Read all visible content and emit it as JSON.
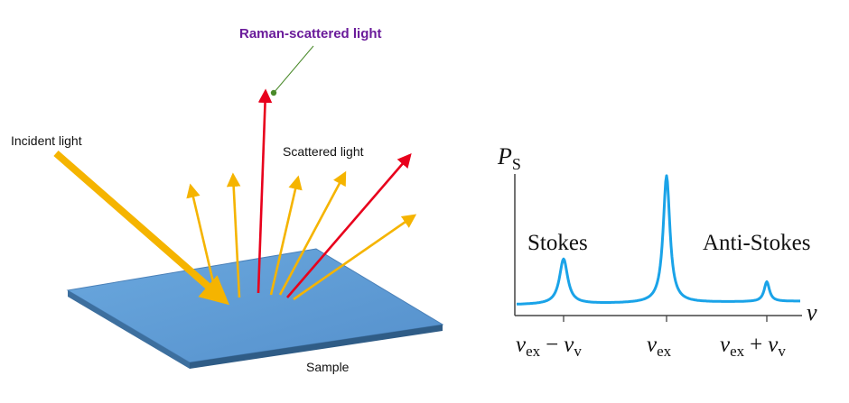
{
  "labels": {
    "raman": "Raman-scattered light",
    "incident": "Incident light",
    "scattered": "Scattered light",
    "sample": "Sample"
  },
  "spectrum": {
    "y_axis": "P",
    "y_sub": "S",
    "x_axis": "ν",
    "stokes": "Stokes",
    "anti_stokes": "Anti-Stokes",
    "ticks": [
      {
        "main": "ν",
        "sub": "ex",
        "op": "−",
        "main2": "ν",
        "sub2": "v"
      },
      {
        "main": "ν",
        "sub": "ex"
      },
      {
        "main": "ν",
        "sub": "ex",
        "op": "+",
        "main2": "ν",
        "sub2": "v"
      }
    ]
  },
  "colors": {
    "raman_label": "#6a1b9a",
    "incident": "#f5b400",
    "raman": "#e8001c",
    "sample_top": "#5b9bd5",
    "sample_edge": "#3d6f9e",
    "pointer": "#4a8a2a",
    "curve": "#1aa3e8"
  }
}
